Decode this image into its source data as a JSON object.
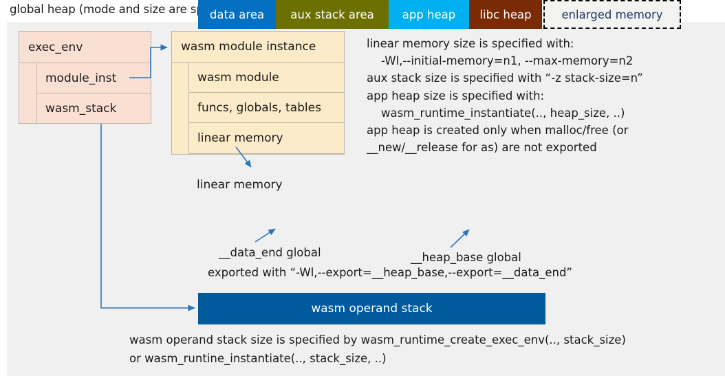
{
  "title": "global heap (mode and size are specified by wasm_runtime_full_init)",
  "colors": {
    "panel_bg": "#f0f0f0",
    "exec_env_fill": "#fadfd3",
    "module_instance_fill": "#fcebc8",
    "box_border": "#bdb5a6",
    "arrow": "#2e75b6",
    "data_area": "#0570c0",
    "aux_stack_area": "#6b7000",
    "app_heap": "#00b0f0",
    "libc_heap": "#7b2a06",
    "enlarged_memory_border": "#000000",
    "enlarged_memory_text": "#1f3864",
    "operand_stack": "#005a9c"
  },
  "exec_env": {
    "header": "exec_env",
    "fields": [
      "module_inst",
      "wasm_stack"
    ]
  },
  "module_instance": {
    "header": "wasm module instance",
    "fields": [
      "wasm module",
      "funcs, globals, tables",
      "linear memory"
    ]
  },
  "notes": {
    "lines": [
      "linear memory size is specified with:",
      "    -Wl,--initial-memory=n1, --max-memory=n2",
      "aux stack size is specified with “-z stack-size=n”",
      "app heap size is specified with:",
      "    wasm_runtime_instantiate(.., heap_size, ..)",
      "app heap is created only when malloc/free (or",
      "__new/__release for as) are not exported"
    ]
  },
  "linear_memory": {
    "label": "linear memory",
    "segments": [
      {
        "label": "data area",
        "color": "#0570c0"
      },
      {
        "label": "aux stack area",
        "color": "#6b7000"
      },
      {
        "label": "app heap",
        "color": "#00b0f0"
      },
      {
        "label": "libc heap",
        "color": "#7b2a06"
      },
      {
        "label": "enlarged memory",
        "color": "#f3f3f1"
      }
    ]
  },
  "annotations": {
    "data_end": "__data_end global",
    "heap_base": "__heap_base global",
    "exported": "exported with “-Wl,--export=__heap_base,--export=__data_end”"
  },
  "operand_stack": {
    "label": "wasm operand stack",
    "caption_lines": [
      "wasm operand stack size is specified by wasm_runtime_create_exec_env(.., stack_size)",
      "or wasm_runtine_instantiate(.., stack_size, ..)"
    ]
  }
}
